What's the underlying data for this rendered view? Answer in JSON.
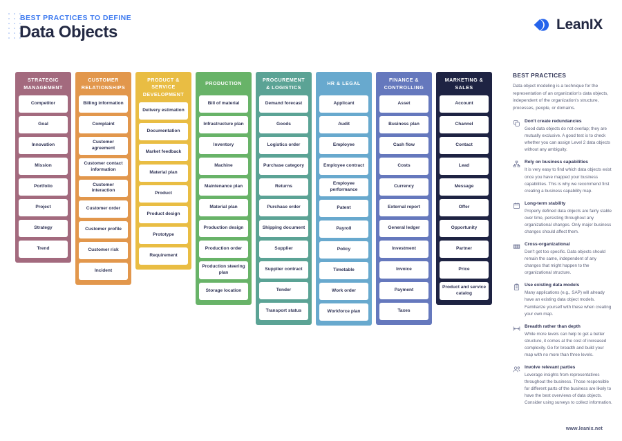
{
  "header": {
    "eyebrow": "BEST PRACTICES TO DEFINE",
    "title": "Data Objects",
    "logo_text": "LeanIX",
    "eyebrow_color": "#3f7bf0",
    "title_color": "#232943"
  },
  "footer": {
    "url": "www.leanix.net"
  },
  "columns": [
    {
      "title": "STRATEGIC MANAGEMENT",
      "color": "#a36a7e",
      "items": [
        "Competitor",
        "Goal",
        "Innovation",
        "Mission",
        "Portfolio",
        "Project",
        "Strategy",
        "Trend"
      ]
    },
    {
      "title": "CUSTOMER RELATIONSHIPS",
      "color": "#e2974c",
      "items": [
        "Billing information",
        "Complaint",
        "Customer agreement",
        "Customer contact information",
        "Customer interaction",
        "Customer order",
        "Customer profile",
        "Customer risk",
        "Incident"
      ]
    },
    {
      "title": "PRODUCT & SERVICE DEVELOPMENT",
      "color": "#e9bd43",
      "items": [
        "Delivery estimation",
        "Documentation",
        "Market feedback",
        "Material plan",
        "Product",
        "Product design",
        "Prototype",
        "Requirement"
      ]
    },
    {
      "title": "PRODUCTION",
      "color": "#68b368",
      "items": [
        "Bill of material",
        "Infrastructure plan",
        "Inventory",
        "Machine",
        "Maintenance plan",
        "Material plan",
        "Production design",
        "Production order",
        "Production steering plan",
        "Storage location"
      ]
    },
    {
      "title": "PROCUREMENT & LOGISTICS",
      "color": "#5ba395",
      "items": [
        "Demand forecast",
        "Goods",
        "Logistics order",
        "Purchase category",
        "Returns",
        "Purchase order",
        "Shipping document",
        "Supplier",
        "Supplier contract",
        "Tender",
        "Transport status"
      ]
    },
    {
      "title": "HR & LEGAL",
      "color": "#68a9ce",
      "items": [
        "Applicant",
        "Audit",
        "Employee",
        "Employee contract",
        "Employee performance",
        "Patent",
        "Payroll",
        "Policy",
        "Timetable",
        "Work order",
        "Workforce plan"
      ]
    },
    {
      "title": "FINANCE & CONTROLLING",
      "color": "#6578bd",
      "items": [
        "Asset",
        "Business plan",
        "Cash flow",
        "Costs",
        "Currency",
        "External report",
        "General ledger",
        "Investment",
        "Invoice",
        "Payment",
        "Taxes"
      ]
    },
    {
      "title": "MARKETING & SALES",
      "color": "#1e2343",
      "items": [
        "Account",
        "Channel",
        "Contact",
        "Lead",
        "Message",
        "Offer",
        "Opportunity",
        "Partner",
        "Price",
        "Product and service catalog"
      ]
    }
  ],
  "sidebar": {
    "title": "BEST PRACTICES",
    "intro": "Data object modeling is a technique for the representation of an organization's data objects, independent of the organization's structure, processes, people, or domains.",
    "tips": [
      {
        "icon": "copy-icon",
        "title": "Don't create redundancies",
        "body": "Good data objects do not overlap; they are mutually exclusive. A good test is to check whether you can assign Level 2 data objects without any ambiguity."
      },
      {
        "icon": "hierarchy-icon",
        "title": "Rely on business capabilities",
        "body": "It is very easy to find which data objects exist once you have mapped your business capabilities. This is why we recommend first creating a business capability map."
      },
      {
        "icon": "calendar-icon",
        "title": "Long-term stability",
        "body": "Properly defined data objects are fairly stable over time, persisting throughout any organizational changes. Only major business changes should affect them."
      },
      {
        "icon": "grid-icon",
        "title": "Cross-organizational",
        "body": "Don't get too specific. Data objects should remain the same, independent of any changes that might happen to the organizational structure."
      },
      {
        "icon": "clipboard-icon",
        "title": "Use existing data models",
        "body": "Many applications (e.g., SAP) will already have an existing data object models. Familiarize yourself with these when creating your own map."
      },
      {
        "icon": "arrows-horizontal-icon",
        "title": "Breadth rather than depth",
        "body": "While more levels can help to get a better structure, it comes at the cost of increased complexity. Go for breadth and build your map with no more than three levels."
      },
      {
        "icon": "people-icon",
        "title": "Involve relevant parties",
        "body": "Leverage insights from representatives throughout the business. Those responsible for different parts of the business are likely to have the best overviews of data objects. Consider using surveys to collect information."
      }
    ]
  }
}
